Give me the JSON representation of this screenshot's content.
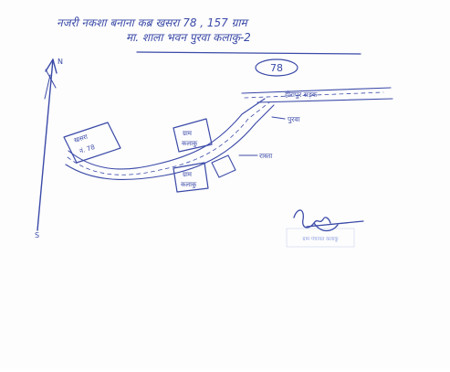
{
  "heading": {
    "line1": "नजरी नकशा बनाना कब्र खसरा 78 , 157 ग्राम",
    "line2": "मा. शाला भवन पुरवा कलाकु-2",
    "sheet_number": "78"
  },
  "compass": {
    "north_label": "N",
    "south_label": "S"
  },
  "labels": {
    "road_top": "हीरापुर सड़क",
    "village_label": "पुरवा",
    "plot_main": [
      "खसरा",
      "नं. 78"
    ],
    "plot_top": [
      "ग्राम",
      "कलाकु"
    ],
    "plot_bottom": [
      "ग्राम",
      "कलाकु"
    ],
    "pointer_label": "रास्ता"
  },
  "stamp": {
    "text": "ग्राम पंचायत कलाकु"
  },
  "colors": {
    "ink": "#3b4aa8",
    "stamp": "#6b7fd6",
    "paper": "#fdfdfd"
  }
}
